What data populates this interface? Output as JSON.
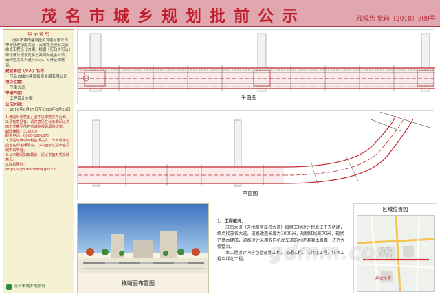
{
  "header": {
    "title": "茂名市城乡规划批前公示",
    "doc_number": "茂规告-批前〔2018〕309号"
  },
  "left_panel": {
    "section_title": "公 示 说 明",
    "intro": "茂名市城市建设投资发展有限公司申请办理茂南大道（天桥路至茂名大道）维修工程设计方案。根据《行政许可法》等法律法规规定将方案面向社会公示，请利害关系人进行公示，公开征询意见。",
    "fields": [
      {
        "label": "建设单位（个人）名称：",
        "value": "茂名市城市建设投资发展有限公司"
      },
      {
        "label": "项目位置：",
        "value": "茂南大道"
      },
      {
        "label": "申请内容：",
        "value": "工程设计方案"
      },
      {
        "label": "公示时间：",
        "value": "2018年8月17日至2018年8月28日"
      }
    ],
    "notes": [
      "1.该图为示意图，图件以审查文件为准。",
      "2.请有意见者，请将意见在公示期间以书面形式寄至茂名市城乡规划局信访室。",
      "邮政编码：525000",
      "联系电话：0668-2892879",
      "3.凡是与该项目利益相关方，个人或单位应当在规定期限内，以书面形式提出意见或申请听证。",
      "4.公示期间如有异议，请以书面形式反映意见。",
      "5.联系网址："
    ],
    "website": "http://sygh.maoming.gov.cn",
    "org_name": "茂名市城乡规划局"
  },
  "drawings": {
    "plan_caption_1": "平面图",
    "plan_caption_2": "平面图",
    "cross_section_caption": "横断面布置图"
  },
  "summary": {
    "heading": "1、工程概况：",
    "para1": "茂南大道（天桥路至茂名大道）维修工程设计起点位于天桥路，终点接茂名大道，道路改造长度为3000米，规划红线宽70米，现状已基本建成，道路设计采用双向机动车道的水泥混凝土路面，进行大修整治。",
    "para2": "本工程设计内容包括道路工程、交通工程、人行道工程、排水工程及绿化工程。"
  },
  "location": {
    "title": "区域位置图",
    "site_label": "地块位置"
  },
  "watermark": "gdmm.com",
  "colors": {
    "header_bg": "#e0a8ae",
    "title_red": "#c01f2f",
    "panel_bg": "#f5f1d2",
    "road_red": "#c0282f"
  }
}
